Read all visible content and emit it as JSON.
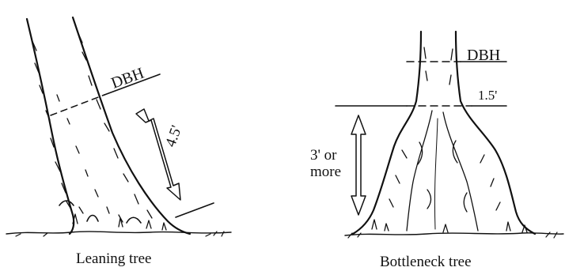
{
  "leaning": {
    "caption": "Leaning tree",
    "dbh_label": "DBH",
    "height_label": "4.5'"
  },
  "bottleneck": {
    "caption": "Bottleneck tree",
    "dbh_label": "DBH",
    "offset_label": "1.5'",
    "swell_label_line1": "3' or",
    "swell_label_line2": "more"
  }
}
